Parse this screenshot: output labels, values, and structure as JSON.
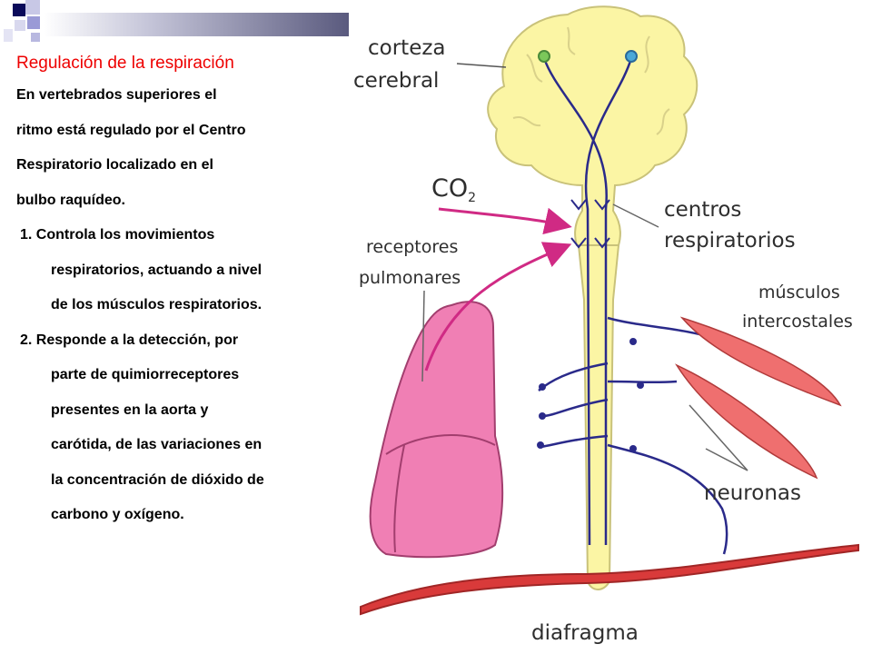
{
  "slide": {
    "title": "Regulación de la respiración",
    "intro_lines": [
      "En vertebrados superiores el",
      "ritmo está regulado por el Centro",
      "Respiratorio localizado en el",
      "bulbo raquídeo."
    ],
    "items": [
      {
        "first": "1.  Controla los movimientos",
        "rest": [
          "respiratorios, actuando a nivel",
          "de los músculos respiratorios."
        ]
      },
      {
        "first": "2. Responde a la detección, por",
        "rest": [
          "parte de quimiorreceptores",
          "presentes en la aorta y",
          "carótida, de las variaciones en",
          "la concentración de dióxido de",
          "carbono y oxígeno."
        ]
      }
    ]
  },
  "diagram": {
    "labels": {
      "corteza": "corteza",
      "cerebral": "cerebral",
      "co2_main": "CO",
      "co2_sub": "2",
      "centros": "centros",
      "respiratorios": "respiratorios",
      "receptores": "receptores",
      "pulmonares": "pulmonares",
      "musculos": "músculos",
      "intercostales": "intercostales",
      "neuronas": "neuronas",
      "diafragma": "diafragma"
    },
    "colors": {
      "brain": "#fbf5a4",
      "brain_outline": "#c9c27a",
      "nerve": "#2a2a8a",
      "lung": "#f07fb4",
      "muscle": "#ef6f6f",
      "diaphragm": "#d93a3a",
      "arrow": "#d02a84"
    }
  }
}
